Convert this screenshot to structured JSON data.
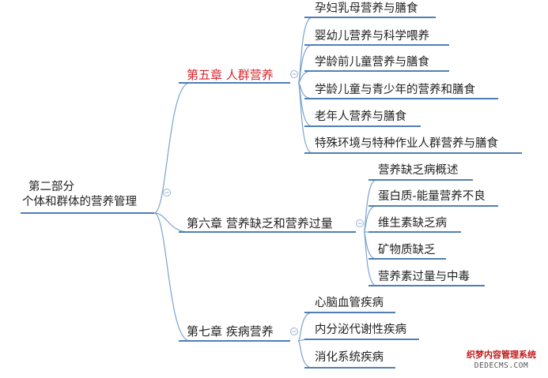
{
  "root": {
    "line1": "第二部分",
    "line2": "个体和群体的营养管理"
  },
  "chapters": [
    {
      "title": "第五章  人群营养",
      "color": "#d4262d",
      "items": [
        "孕妇乳母营养与膳食",
        "婴幼儿营养与科学喂养",
        "学龄前儿童营养与膳食",
        "学龄儿童与青少年的营养和膳食",
        "老年人营养与膳食",
        "特殊环境与特种作业人群营养与膳食"
      ]
    },
    {
      "title": "第六章  营养缺乏和营养过量",
      "color": "#222222",
      "items": [
        "营养缺乏病概述",
        "蛋白质-能量营养不良",
        "维生素缺乏病",
        "矿物质缺乏",
        "营养素过量与中毒"
      ]
    },
    {
      "title": "第七章  疾病营养",
      "color": "#222222",
      "items": [
        "心脑血管疾病",
        "内分泌代谢性疾病",
        "消化系统疾病"
      ]
    }
  ],
  "watermark": {
    "line1": "织梦内容管理系统",
    "line2": "DEDECMS.COM"
  }
}
